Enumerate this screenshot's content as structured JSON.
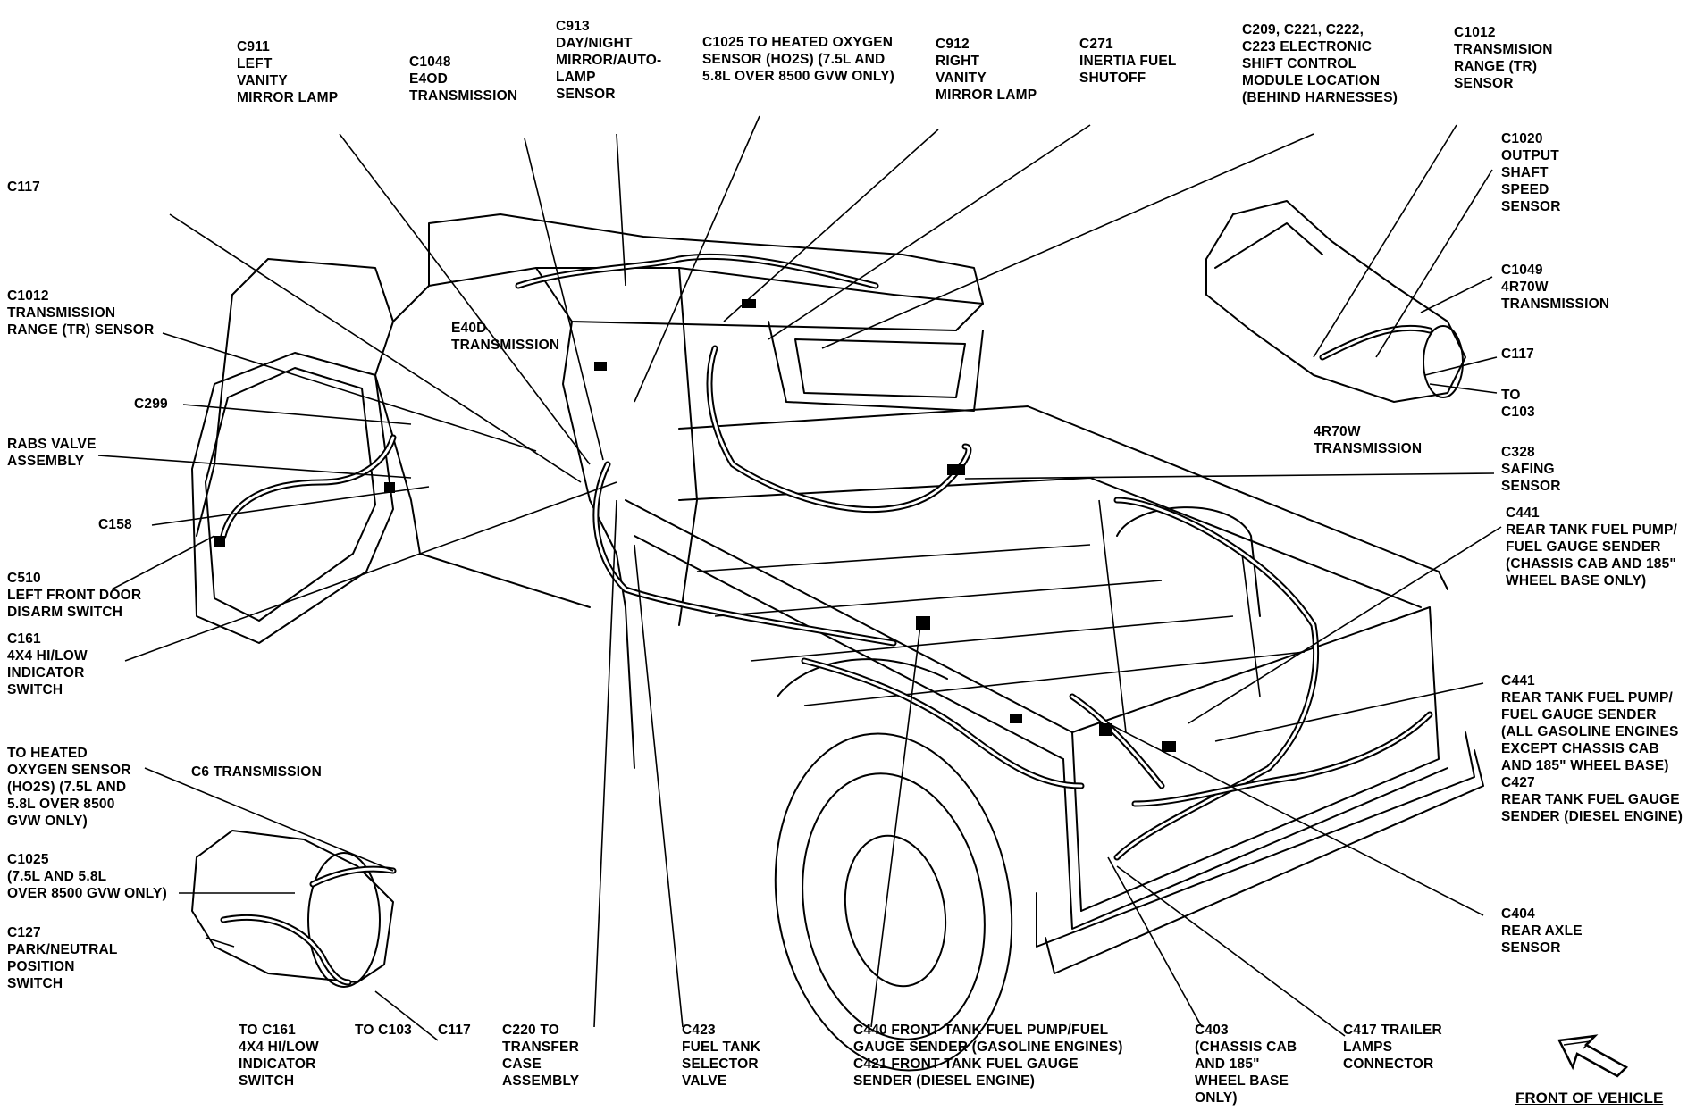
{
  "labels": {
    "c911": "C911\nLEFT\nVANITY\nMIRROR LAMP",
    "c1048": "C1048\nE4OD\nTRANSMISSION",
    "c913": "C913\nDAY/NIGHT\nMIRROR/AUTO-\nLAMP\nSENSOR",
    "c1025_top": "C1025 TO HEATED OXYGEN\nSENSOR (HO2S) (7.5L AND\n5.8L OVER 8500 GVW ONLY)",
    "c912": "C912\nRIGHT\nVANITY\nMIRROR LAMP",
    "c271": "C271\nINERTIA FUEL\nSHUTOFF",
    "c209": "C209, C221, C222,\nC223 ELECTRONIC\nSHIFT CONTROL\nMODULE LOCATION\n(BEHIND HARNESSES)",
    "c1012_top": "C1012\nTRANSMISION\nRANGE (TR)\nSENSOR",
    "c1020": "C1020\nOUTPUT\nSHAFT\nSPEED\nSENSOR",
    "c1049": "C1049\n4R70W\nTRANSMISSION",
    "c117_right": "C117",
    "to_c103_right": "TO\nC103",
    "trans_4r70w": "4R70W\nTRANSMISSION",
    "c328": "C328\nSAFING\nSENSOR",
    "c441_a": "C441\nREAR TANK FUEL PUMP/\nFUEL GAUGE SENDER\n(CHASSIS CAB AND 185\"\nWHEEL BASE ONLY)",
    "c441_b": "C441\nREAR TANK FUEL PUMP/\nFUEL GAUGE SENDER\n(ALL GASOLINE ENGINES\nEXCEPT CHASSIS CAB\nAND 185\" WHEEL BASE)\nC427\nREAR TANK FUEL GAUGE\nSENDER (DIESEL ENGINE)",
    "c404": "C404\nREAR AXLE\nSENSOR",
    "c417": "C417 TRAILER\nLAMPS\nCONNECTOR",
    "c403": "C403\n(CHASSIS CAB\nAND 185\"\nWHEEL BASE\nONLY)",
    "c440": "C440 FRONT TANK FUEL PUMP/FUEL\nGAUGE SENDER (GASOLINE ENGINES)\nC421 FRONT TANK FUEL GAUGE\nSENDER (DIESEL ENGINE)",
    "c423": "C423\nFUEL TANK\nSELECTOR\nVALVE",
    "c220": "C220 TO\nTRANSFER\nCASE\nASSEMBLY",
    "c117_bottom": "C117",
    "to_c103_bottom": "TO C103",
    "to_c161": "TO C161\n4X4 HI/LOW\nINDICATOR\nSWITCH",
    "c127": "C127\nPARK/NEUTRAL\nPOSITION\nSWITCH",
    "c1025_left": "C1025\n(7.5L AND 5.8L\nOVER 8500 GVW ONLY)",
    "to_ho2s": "TO HEATED\nOXYGEN SENSOR\n(HO2S) (7.5L AND\n5.8L OVER 8500\nGVW ONLY)",
    "c6": "C6 TRANSMISSION",
    "c161": "C161\n4X4 HI/LOW\nINDICATOR\nSWITCH",
    "c510": "C510\nLEFT FRONT DOOR\nDISARM SWITCH",
    "c158": "C158",
    "rabs": "RABS VALVE\nASSEMBLY",
    "c299": "C299",
    "c1012_left": "C1012\nTRANSMISSION\nRANGE (TR) SENSOR",
    "c117_left": "C117",
    "e40d": "E40D\nTRANSMISSION"
  },
  "front_of_vehicle": "FRONT OF VEHICLE"
}
